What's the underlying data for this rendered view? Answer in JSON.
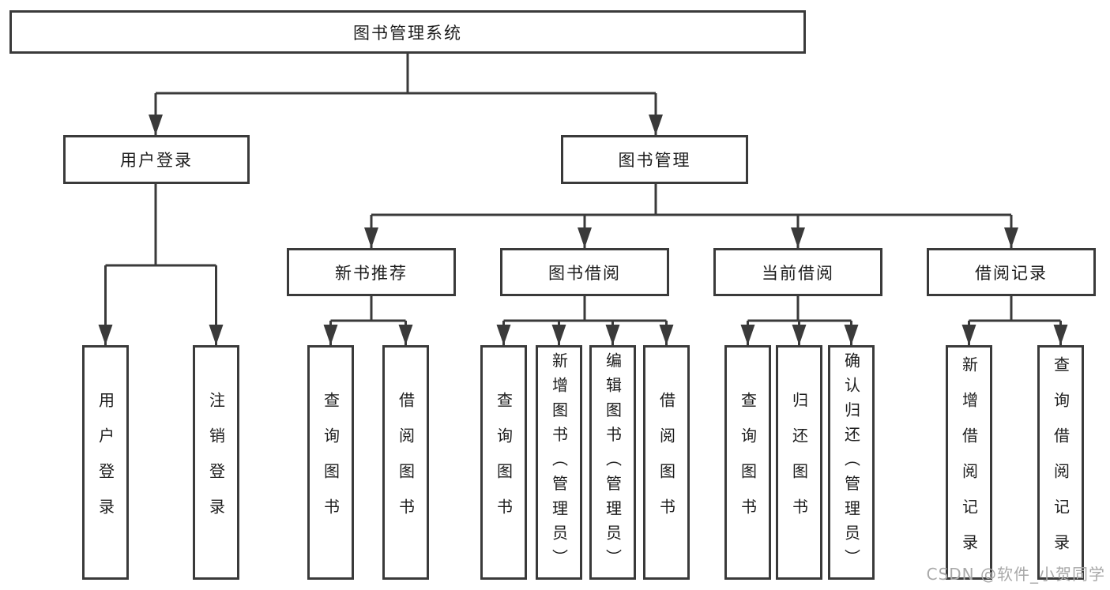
{
  "root": {
    "label": "图书管理系统"
  },
  "branches": [
    {
      "label": "用户登录",
      "children": [
        {
          "label": "用户登录"
        },
        {
          "label": "注销登录"
        }
      ]
    },
    {
      "label": "图书管理",
      "children": [
        {
          "label": "新书推荐",
          "children": [
            {
              "label": "查询图书"
            },
            {
              "label": "借阅图书"
            }
          ]
        },
        {
          "label": "图书借阅",
          "children": [
            {
              "label": "查询图书"
            },
            {
              "label": "新增图书（管理员）"
            },
            {
              "label": "编辑图书（管理员）"
            },
            {
              "label": "借阅图书"
            }
          ]
        },
        {
          "label": "当前借阅",
          "children": [
            {
              "label": "查询图书"
            },
            {
              "label": "归还图书"
            },
            {
              "label": "确认归还（管理员）"
            }
          ]
        },
        {
          "label": "借阅记录",
          "children": [
            {
              "label": "新增借阅记录"
            },
            {
              "label": "查询借阅记录"
            }
          ]
        }
      ]
    }
  ],
  "watermark": {
    "text": "CSDN @软件_小贺同学"
  },
  "colors": {
    "line": "#3a3a3a",
    "text": "#1c1c1c",
    "watermark": "#a8a8a8",
    "background": "#ffffff"
  }
}
